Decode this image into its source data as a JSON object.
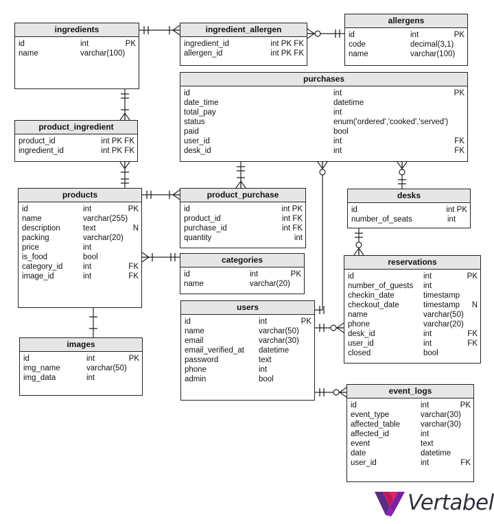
{
  "diagram": {
    "tables": [
      {
        "id": "ingredients",
        "title": "ingredients",
        "columns": [
          {
            "name": "id",
            "type": "int",
            "key": "PK"
          },
          {
            "name": "name",
            "type": "varchar(100)",
            "key": ""
          }
        ]
      },
      {
        "id": "ingredient_allergen",
        "title": "ingredient_allergen",
        "columns": [
          {
            "name": "ingredient_id",
            "type": "",
            "key": "int PK FK"
          },
          {
            "name": "allergen_id",
            "type": "",
            "key": "int PK FK"
          }
        ]
      },
      {
        "id": "allergens",
        "title": "allergens",
        "columns": [
          {
            "name": "id",
            "type": "int",
            "key": "PK"
          },
          {
            "name": "code",
            "type": "decimal(3,1)",
            "key": ""
          },
          {
            "name": "name",
            "type": "varchar(100)",
            "key": ""
          }
        ]
      },
      {
        "id": "purchases",
        "title": "purchases",
        "columns": [
          {
            "name": "id",
            "type": "int",
            "key": "PK"
          },
          {
            "name": "date_time",
            "type": "datetime",
            "key": ""
          },
          {
            "name": "total_pay",
            "type": "int",
            "key": ""
          },
          {
            "name": "status",
            "type": "enum('ordered','cooked','served')",
            "key": ""
          },
          {
            "name": "paid",
            "type": "bool",
            "key": ""
          },
          {
            "name": "user_id",
            "type": "int",
            "key": "FK"
          },
          {
            "name": "desk_id",
            "type": "int",
            "key": "FK"
          }
        ]
      },
      {
        "id": "product_ingredient",
        "title": "product_ingredient",
        "columns": [
          {
            "name": "product_id",
            "type": "",
            "key": "int PK FK"
          },
          {
            "name": "ingredient_id",
            "type": "",
            "key": "int PK FK"
          }
        ]
      },
      {
        "id": "products",
        "title": "products",
        "columns": [
          {
            "name": "id",
            "type": "int",
            "key": "PK"
          },
          {
            "name": "name",
            "type": "varchar(255)",
            "key": ""
          },
          {
            "name": "description",
            "type": "text",
            "key": "N"
          },
          {
            "name": "packing",
            "type": "varchar(20)",
            "key": ""
          },
          {
            "name": "price",
            "type": "int",
            "key": ""
          },
          {
            "name": "is_food",
            "type": "bool",
            "key": ""
          },
          {
            "name": "category_id",
            "type": "int",
            "key": "FK"
          },
          {
            "name": "image_id",
            "type": "int",
            "key": "FK"
          }
        ]
      },
      {
        "id": "product_purchase",
        "title": "product_purchase",
        "columns": [
          {
            "name": "id",
            "type": "",
            "key": "int PK"
          },
          {
            "name": "product_id",
            "type": "",
            "key": "int FK"
          },
          {
            "name": "purchase_id",
            "type": "",
            "key": "int FK"
          },
          {
            "name": "quantity",
            "type": "",
            "key": "int"
          }
        ]
      },
      {
        "id": "desks",
        "title": "desks",
        "columns": [
          {
            "name": "id",
            "type": "",
            "key": "int PK"
          },
          {
            "name": "number_of_seats",
            "type": "int",
            "key": ""
          }
        ]
      },
      {
        "id": "categories",
        "title": "categories",
        "columns": [
          {
            "name": "id",
            "type": "int",
            "key": "PK"
          },
          {
            "name": "name",
            "type": "varchar(20)",
            "key": ""
          }
        ]
      },
      {
        "id": "reservations",
        "title": "reservations",
        "columns": [
          {
            "name": "id",
            "type": "int",
            "key": "PK"
          },
          {
            "name": "number_of_guests",
            "type": "int",
            "key": ""
          },
          {
            "name": "checkin_date",
            "type": "timestamp",
            "key": ""
          },
          {
            "name": "checkout_date",
            "type": "timestamp",
            "key": "N"
          },
          {
            "name": "name",
            "type": "varchar(50)",
            "key": ""
          },
          {
            "name": "phone",
            "type": "varchar(20)",
            "key": ""
          },
          {
            "name": "desk_id",
            "type": "int",
            "key": "FK"
          },
          {
            "name": "user_id",
            "type": "int",
            "key": "FK"
          },
          {
            "name": "closed",
            "type": "bool",
            "key": ""
          }
        ]
      },
      {
        "id": "users",
        "title": "users",
        "columns": [
          {
            "name": "id",
            "type": "int",
            "key": "PK"
          },
          {
            "name": "name",
            "type": "varchar(50)",
            "key": ""
          },
          {
            "name": "email",
            "type": "varchar(30)",
            "key": ""
          },
          {
            "name": "email_verified_at",
            "type": "datetime",
            "key": ""
          },
          {
            "name": "password",
            "type": "text",
            "key": ""
          },
          {
            "name": "phone",
            "type": "int",
            "key": ""
          },
          {
            "name": "admin",
            "type": "bool",
            "key": ""
          }
        ]
      },
      {
        "id": "images",
        "title": "images",
        "columns": [
          {
            "name": "id",
            "type": "int",
            "key": "PK"
          },
          {
            "name": "img_name",
            "type": "varchar(50)",
            "key": ""
          },
          {
            "name": "img_data",
            "type": "int",
            "key": ""
          }
        ]
      },
      {
        "id": "event_logs",
        "title": "event_logs",
        "columns": [
          {
            "name": "id",
            "type": "int",
            "key": "PK"
          },
          {
            "name": "event_type",
            "type": "varchar(30)",
            "key": ""
          },
          {
            "name": "affected_table",
            "type": "varchar(30)",
            "key": ""
          },
          {
            "name": "affected_id",
            "type": "int",
            "key": ""
          },
          {
            "name": "event",
            "type": "text",
            "key": ""
          },
          {
            "name": "date",
            "type": "datetime",
            "key": ""
          },
          {
            "name": "user_id",
            "type": "int",
            "key": "FK"
          }
        ]
      }
    ],
    "relationships": [
      {
        "from": "ingredients",
        "to": "ingredient_allergen",
        "from_card": "one",
        "to_card": "many"
      },
      {
        "from": "allergens",
        "to": "ingredient_allergen",
        "from_card": "one",
        "to_card": "zero-or-many"
      },
      {
        "from": "ingredients",
        "to": "product_ingredient",
        "from_card": "one",
        "to_card": "many"
      },
      {
        "from": "products",
        "to": "product_ingredient",
        "from_card": "one",
        "to_card": "many"
      },
      {
        "from": "products",
        "to": "product_purchase",
        "from_card": "one",
        "to_card": "many"
      },
      {
        "from": "purchases",
        "to": "product_purchase",
        "from_card": "one",
        "to_card": "many"
      },
      {
        "from": "categories",
        "to": "products",
        "from_card": "one",
        "to_card": "many"
      },
      {
        "from": "images",
        "to": "products",
        "from_card": "one",
        "to_card": "one"
      },
      {
        "from": "users",
        "to": "purchases",
        "from_card": "one",
        "to_card": "zero-or-many"
      },
      {
        "from": "desks",
        "to": "purchases",
        "from_card": "one",
        "to_card": "zero-or-many"
      },
      {
        "from": "desks",
        "to": "reservations",
        "from_card": "one",
        "to_card": "zero-or-many"
      },
      {
        "from": "users",
        "to": "reservations",
        "from_card": "one",
        "to_card": "zero-or-many"
      },
      {
        "from": "users",
        "to": "event_logs",
        "from_card": "one",
        "to_card": "zero-or-many"
      }
    ]
  },
  "logo": {
    "text": "Vertabelo",
    "colors": [
      "#5a2d82",
      "#c2185b",
      "#7b1fa2",
      "#e91e63"
    ]
  },
  "line_color": "#222222",
  "header_color": "#e6e6e6"
}
